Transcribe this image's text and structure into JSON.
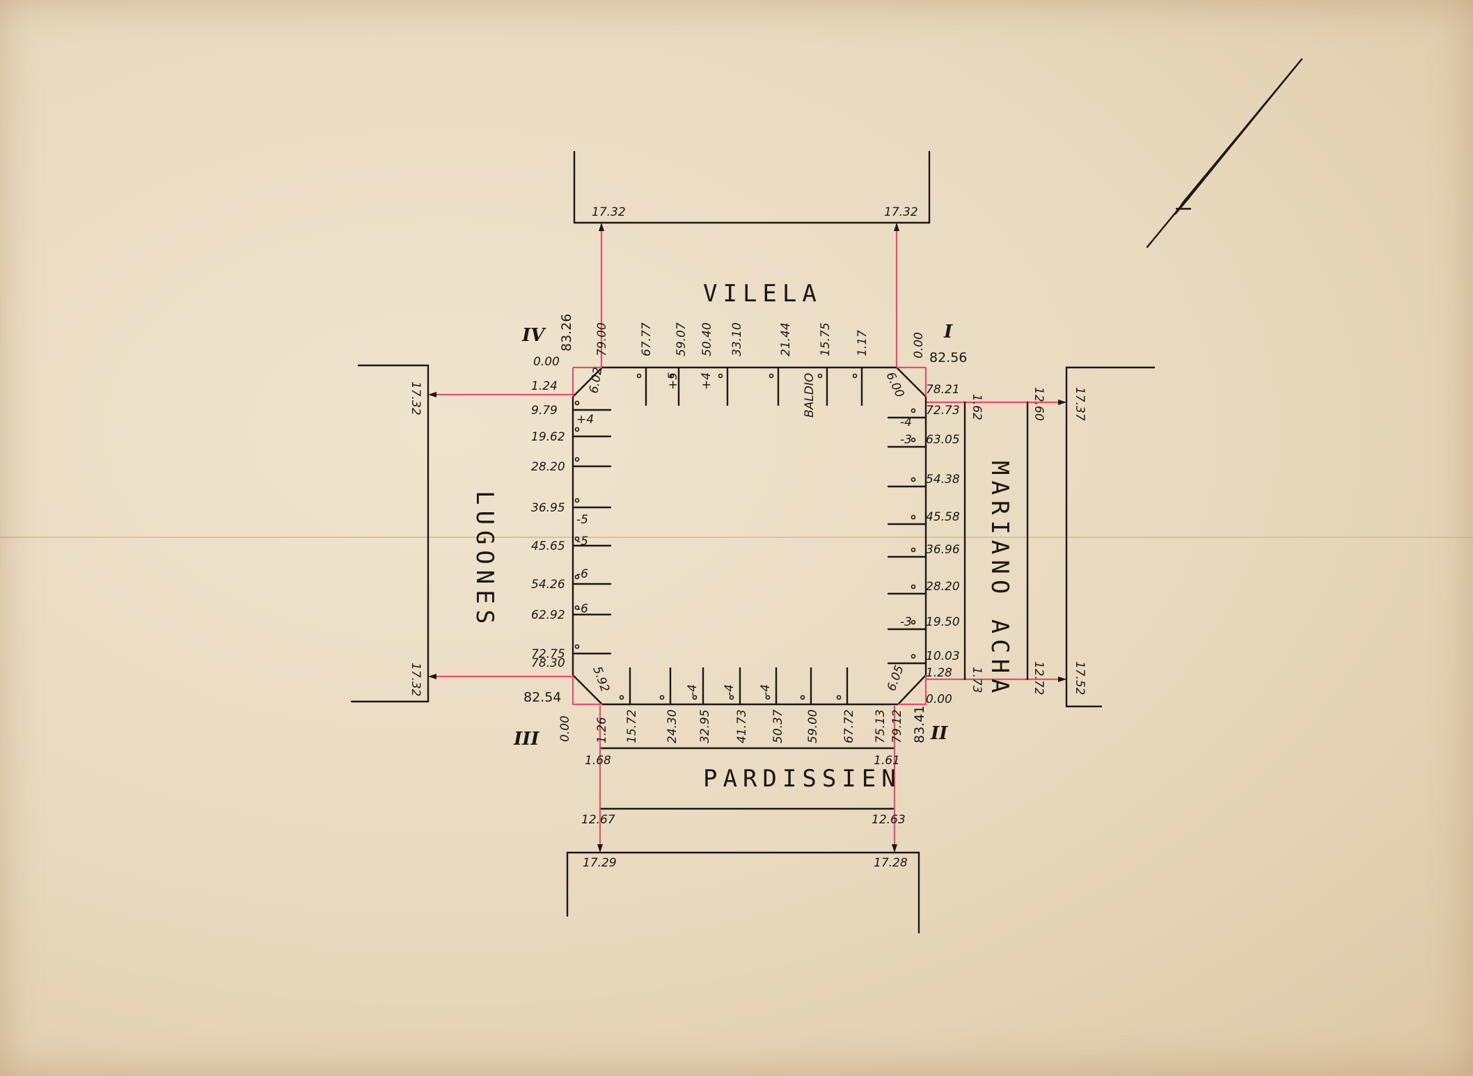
{
  "streets": {
    "north": "VILELA",
    "south": "PARDISSIEN",
    "west": "LUGONES",
    "east": "MARIANO ACHA"
  },
  "corners": {
    "i": "I",
    "ii": "II",
    "iii": "III",
    "iv": "IV"
  },
  "corner_values": {
    "i_zero": "0.00",
    "i_total": "82.56",
    "ii_zero": "0.00",
    "ii_total": "83.41",
    "iii_zero": "0.00",
    "iii_total": "82.54",
    "iv_zero": "0.00",
    "iv_total": "83.26"
  },
  "chamfers": {
    "ne": "6.00",
    "nw": "6.02",
    "sw": "5.92",
    "se": "6.05"
  },
  "widths": {
    "vilela_left": "17.32",
    "vilela_right": "17.32",
    "lugones_top": "17.32",
    "lugones_bottom": "17.32",
    "acha_top": "17.37",
    "acha_bottom": "17.52",
    "pardissien_left": "17.29",
    "pardissien_right": "17.28"
  },
  "sidewalks": {
    "pardissien_left": "1.68",
    "pardissien_right": "1.61",
    "pardissien_line_left": "12.67",
    "pardissien_line_right": "12.63",
    "acha_top_a": "1.62",
    "acha_top_b": "12.60",
    "acha_bottom_a": "1.73",
    "acha_bottom_b": "12.72"
  },
  "north_side": {
    "first": "79.00",
    "values": [
      "67.77",
      "59.07",
      "50.40",
      "33.10",
      "21.44",
      "15.75",
      "1.17"
    ],
    "marks": [
      "+5",
      "+4"
    ],
    "baldio": "BALDIO"
  },
  "west_side": {
    "values": [
      "1.24",
      "9.79",
      "19.62",
      "28.20",
      "36.95",
      "45.65",
      "54.26",
      "62.92",
      "72.75",
      "78.30"
    ],
    "marks": [
      "+4",
      "-5",
      "-5",
      "-6",
      "-6"
    ]
  },
  "east_side": {
    "values": [
      "78.21",
      "72.73",
      "63.05",
      "54.38",
      "45.58",
      "36.96",
      "28.20",
      "19.50",
      "10.03",
      "1.28"
    ],
    "marks": [
      "-4",
      "-3",
      "-3"
    ]
  },
  "south_side": {
    "values": [
      "1.26",
      "15.72",
      "24.30",
      "32.95",
      "41.73",
      "50.37",
      "59.00",
      "67.72",
      "75.13",
      "79.12"
    ],
    "marks": [
      "-4",
      "-4",
      "-4"
    ]
  }
}
